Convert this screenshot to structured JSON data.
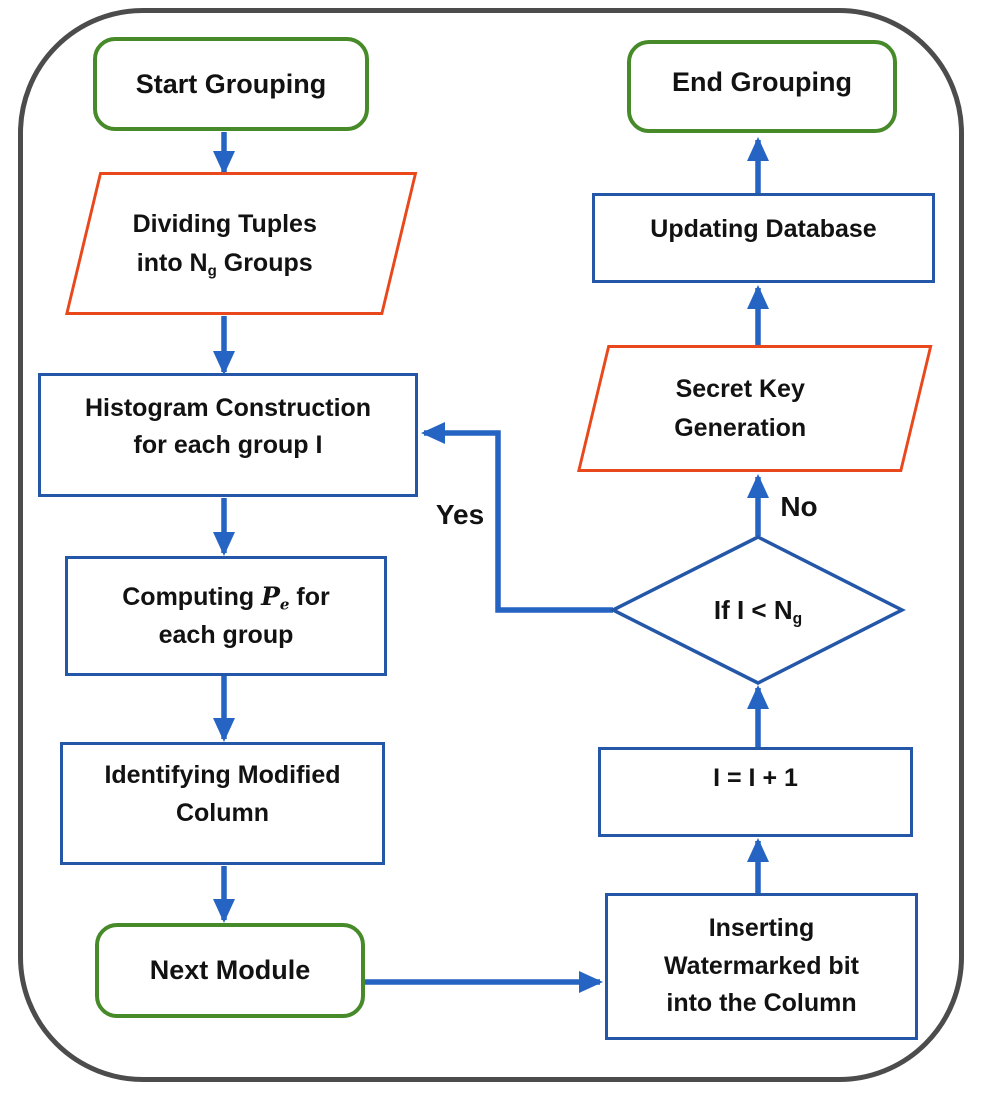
{
  "palette": {
    "green": "#478a29",
    "orange": "#e8481c",
    "blue-box": "#2457a8",
    "blue-arrow": "#2664c4",
    "outline": "#4c4c4c",
    "text": "#121212",
    "bg": "#ffffff"
  },
  "nodes": {
    "start": {
      "label": "Start Grouping"
    },
    "dividing": {
      "line1": "Dividing Tuples",
      "line2_pre": "into N",
      "line2_sub": "g",
      "line2_post": " Groups"
    },
    "histogram": {
      "line1": "Histogram Construction",
      "line2": "for each group I"
    },
    "computing": {
      "line1_pre": "Computing ",
      "line1_var": "P",
      "line1_sub": "e",
      "line1_post": " for",
      "line2": "each group"
    },
    "identifying": {
      "line1": "Identifying Modified",
      "line2": "Column"
    },
    "next_module": {
      "label": "Next Module"
    },
    "inserting": {
      "line1": "Inserting",
      "line2": "Watermarked bit",
      "line3": "into the Column"
    },
    "increment": {
      "label": "I = I + 1"
    },
    "decision": {
      "pre": "If I < N",
      "sub": "g"
    },
    "secret_key": {
      "line1": "Secret Key",
      "line2": "Generation"
    },
    "updating": {
      "label": "Updating Database"
    },
    "end": {
      "label": "End Grouping"
    }
  },
  "edge_labels": {
    "yes": "Yes",
    "no": "No"
  }
}
